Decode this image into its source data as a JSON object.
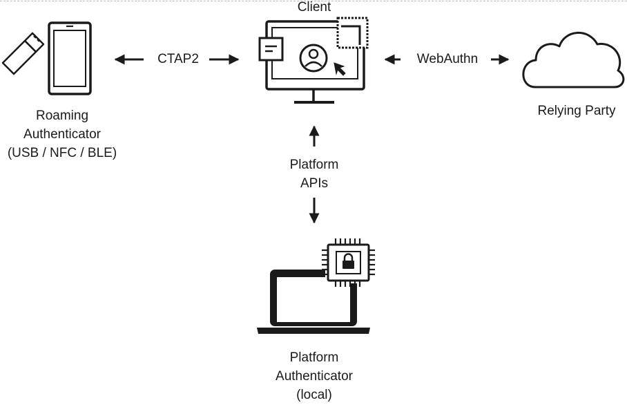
{
  "nodes": {
    "client": {
      "label": [
        "Client"
      ]
    },
    "roaming_authenticator": {
      "label": [
        "Roaming",
        "Authenticator",
        "(USB / NFC / BLE)"
      ]
    },
    "relying_party": {
      "label": [
        "Relying Party"
      ]
    },
    "platform_authenticator": {
      "label": [
        "Platform",
        "Authenticator",
        "(local)"
      ]
    }
  },
  "connections": {
    "ctap2": {
      "label": "CTAP2",
      "from": "roaming_authenticator",
      "to": "client",
      "bidirectional": true
    },
    "webauthn": {
      "label": "WebAuthn",
      "from": "client",
      "to": "relying_party",
      "bidirectional": true
    },
    "platform_apis": {
      "label": [
        "Platform",
        "APIs"
      ],
      "from": "client",
      "to": "platform_authenticator",
      "bidirectional": true
    }
  },
  "icons": {
    "client": "monitor-with-user-window-icon",
    "roaming": [
      "usb-key-icon",
      "smartphone-icon"
    ],
    "relying_party": "cloud-icon",
    "platform": [
      "laptop-icon",
      "secure-chip-lock-icon"
    ]
  },
  "colors": {
    "stroke": "#1a1a1a",
    "background": "#ffffff"
  }
}
